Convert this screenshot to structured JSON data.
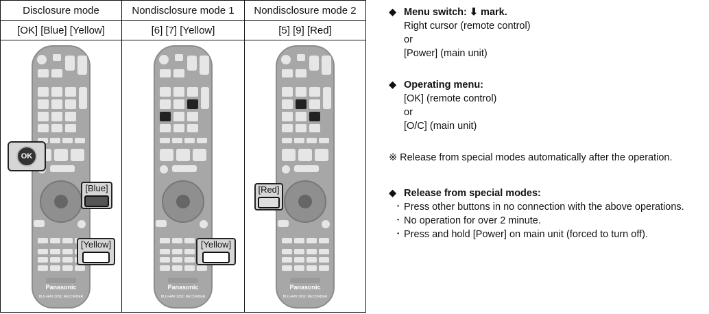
{
  "columns": [
    {
      "header": "Disclosure mode",
      "keys": "[OK] [Blue] [Yellow]"
    },
    {
      "header": "Nondisclosure mode 1",
      "keys": "[6] [7] [Yellow]"
    },
    {
      "header": "Nondisclosure mode 2",
      "keys": "[5] [9] [Red]"
    }
  ],
  "remote": {
    "brand": "Panasonic",
    "model_label": "BLU-RAY DISC RECORDER",
    "ok_label": "OK",
    "callouts": {
      "blue": "[Blue]",
      "yellow": "[Yellow]",
      "red": "[Red]"
    }
  },
  "notes": {
    "bullet": "◆",
    "menu_switch": {
      "title": "Menu switch: ",
      "arrow": "⬇",
      "title_suffix": " mark.",
      "lines": [
        "Right cursor (remote control)",
        "or",
        "[Power] (main unit)"
      ]
    },
    "operating_menu": {
      "title": "Operating menu:",
      "lines": [
        "[OK] (remote control)",
        "or",
        "[O/C] (main unit)"
      ]
    },
    "release_note": "※ Release from special modes automatically after the operation.",
    "release": {
      "title": "Release from special modes:",
      "items": [
        "Press other buttons in no connection with the above operations.",
        "No operation for over 2 minute.",
        "Press and hold [Power] on main unit (forced to turn off)."
      ],
      "item_marker": "･"
    }
  },
  "colors": {
    "remote_body": "#a7a7a7",
    "remote_edge": "#8c8c8c",
    "button": "#e6e6e6",
    "highlight": "#222222",
    "callout_bg": "#d6d6d6"
  }
}
